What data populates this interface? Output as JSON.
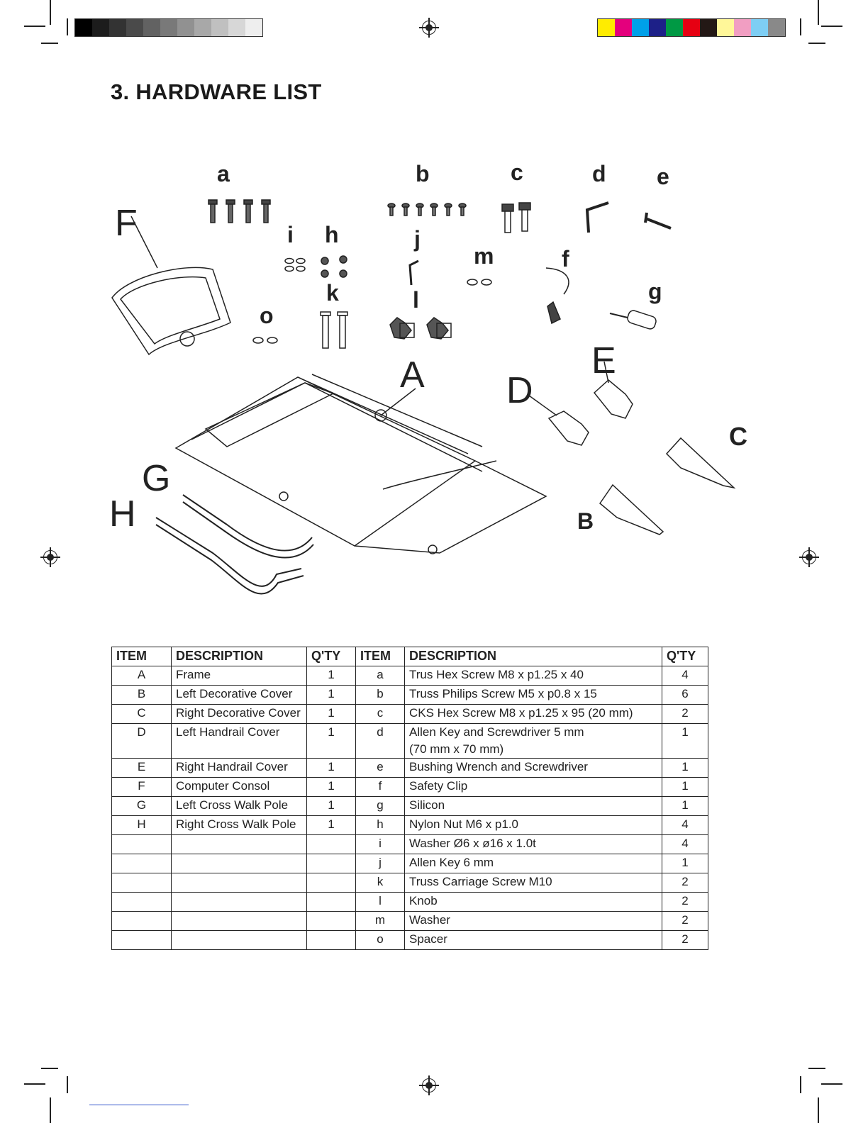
{
  "page": {
    "title": "3. HARDWARE LIST"
  },
  "colors": {
    "grayscale": [
      "#000000",
      "#1c1c1c",
      "#333333",
      "#4a4a4a",
      "#626262",
      "#797979",
      "#919191",
      "#a8a8a8",
      "#c0c0c0",
      "#d7d7d7",
      "#eeeeee"
    ],
    "process": [
      "#ffec00",
      "#e4007d",
      "#00a0e9",
      "#1d2088",
      "#009944",
      "#e60012",
      "#231815",
      "#fff799",
      "#f19ec2",
      "#7ecef4",
      "#898989"
    ]
  },
  "illustration": {
    "labels": {
      "a": "a",
      "b": "b",
      "c": "c",
      "d": "d",
      "e": "e",
      "f": "f",
      "g": "g",
      "h": "h",
      "i": "i",
      "j": "j",
      "k": "k",
      "l": "l",
      "m": "m",
      "o": "o",
      "A": "A",
      "B": "B",
      "C": "C",
      "D": "D",
      "E": "E",
      "F": "F",
      "G": "G",
      "H": "H"
    }
  },
  "table": {
    "headers": [
      "ITEM",
      "DESCRIPTION",
      "Q'TY",
      "ITEM",
      "DESCRIPTION",
      "Q'TY"
    ],
    "rows": [
      {
        "item1": "A",
        "desc1": "Frame",
        "qty1": "1",
        "item2": "a",
        "desc2": "Trus Hex Screw M8 x p1.25 x 40",
        "desc2b": "",
        "qty2": "4"
      },
      {
        "item1": "B",
        "desc1": "Left Decorative Cover",
        "qty1": "1",
        "item2": "b",
        "desc2": "Truss Philips Screw M5 x p0.8 x 15",
        "desc2b": "",
        "qty2": "6"
      },
      {
        "item1": "C",
        "desc1": "Right Decorative Cover",
        "qty1": "1",
        "item2": "c",
        "desc2": "CKS Hex Screw M8 x p1.25 x 95 (20 mm)",
        "desc2b": "",
        "qty2": "2"
      },
      {
        "item1": "D",
        "desc1": "Left Handrail Cover",
        "qty1": "1",
        "item2": "d",
        "desc2": "Allen Key and Screwdriver 5 mm",
        "desc2b": "(70 mm  x 70 mm)",
        "qty2": "1"
      },
      {
        "item1": "E",
        "desc1": "Right Handrail Cover",
        "qty1": "1",
        "item2": "e",
        "desc2": "Bushing Wrench and Screwdriver",
        "desc2b": "",
        "qty2": "1"
      },
      {
        "item1": "F",
        "desc1": "Computer Consol",
        "qty1": "1",
        "item2": "f",
        "desc2": "Safety Clip",
        "desc2b": "",
        "qty2": "1"
      },
      {
        "item1": "G",
        "desc1": "Left Cross Walk Pole",
        "qty1": "1",
        "item2": "g",
        "desc2": "Silicon",
        "desc2b": "",
        "qty2": "1"
      },
      {
        "item1": "H",
        "desc1": "Right Cross Walk Pole",
        "qty1": "1",
        "item2": "h",
        "desc2": "Nylon Nut M6 x p1.0",
        "desc2b": "",
        "qty2": "4"
      },
      {
        "item1": "",
        "desc1": "",
        "qty1": "",
        "item2": "i",
        "desc2": "Washer Ø6 x ø16 x 1.0t",
        "desc2b": "",
        "qty2": "4"
      },
      {
        "item1": "",
        "desc1": "",
        "qty1": "",
        "item2": "j",
        "desc2": "Allen Key 6 mm",
        "desc2b": "",
        "qty2": "1"
      },
      {
        "item1": "",
        "desc1": "",
        "qty1": "",
        "item2": "k",
        "desc2": "Truss Carriage Screw M10",
        "desc2b": "",
        "qty2": "2"
      },
      {
        "item1": "",
        "desc1": "",
        "qty1": "",
        "item2": "l",
        "desc2": "Knob",
        "desc2b": "",
        "qty2": "2"
      },
      {
        "item1": "",
        "desc1": "",
        "qty1": "",
        "item2": "m",
        "desc2": "Washer",
        "desc2b": "",
        "qty2": "2"
      },
      {
        "item1": "",
        "desc1": "",
        "qty1": "",
        "item2": "o",
        "desc2": "Spacer",
        "desc2b": "",
        "qty2": "2"
      }
    ]
  }
}
